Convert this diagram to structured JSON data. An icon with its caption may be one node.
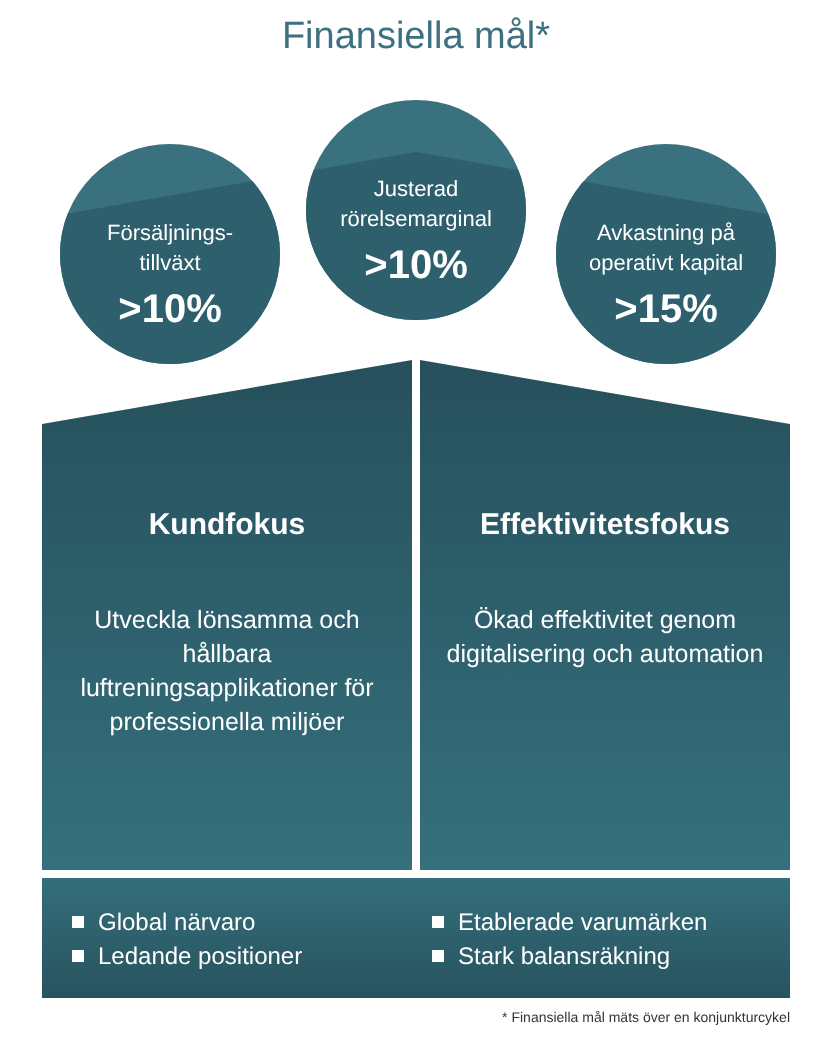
{
  "diagram": {
    "title": "Finansiella mål*",
    "nodes": [
      {
        "text": [
          "Försäljnings- tillväxt",
          ">10%"
        ]
      },
      {
        "text": [
          "Justerad rörelsemarginal",
          ">10%"
        ]
      },
      {
        "text": [
          "Avkastning på operativt kapital",
          ">15%"
        ]
      },
      {
        "text": [
          "Kundfokus",
          "Utveckla lönsamma och hållbara luftreningsapplikationer för professionella miljöer"
        ]
      },
      {
        "text": [
          "Effektivitetsfokus",
          "Ökad effektivitet genom digitalisering och automation"
        ]
      },
      {
        "text": [
          "Global närvaro",
          "Ledande positioner",
          "Etablerade varumärken",
          "Stark balansräkning"
        ]
      }
    ],
    "edges": [],
    "caption": "* Finansiella mål mäts över en konjunkturcykel"
  }
}
